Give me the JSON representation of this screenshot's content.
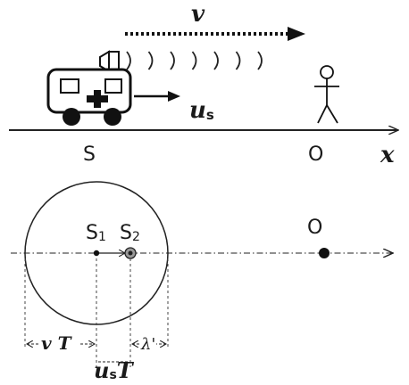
{
  "top_scene": {
    "wave_speed_label": "v",
    "source_speed_label": "u",
    "source_speed_subscript": "s",
    "source_label": "S",
    "observer_label": "O",
    "axis_label": "x",
    "sound_arcs_count": 7
  },
  "bottom_scene": {
    "s1_label": "S",
    "s1_subscript": "1",
    "s2_label": "S",
    "s2_subscript": "2",
    "observer_label": "O",
    "dim_vt_label": "v T",
    "dim_lambda_label": "λ'",
    "dim_ust_label": "u",
    "dim_ust_subscript": "s",
    "dim_ust_suffix": "T"
  }
}
